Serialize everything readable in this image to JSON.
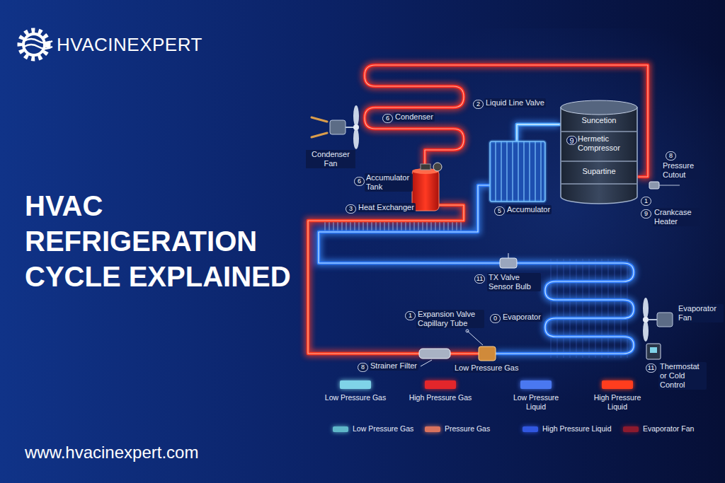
{
  "diagram": {
    "title": "HVAC REFRIGERATION CYCLE EXPLAINED",
    "nodes": [
      {
        "text": [
          "Suncetion",
          "9",
          "Hermetic Compressor",
          "Supartine"
        ]
      }
    ],
    "labels": [
      "HVACINEXPERT",
      "www.hvacinexpert.com",
      "Condenser Fan",
      "2",
      "Liquid Line Valve",
      "6",
      "Condenser",
      "6",
      "Accumulator Tank",
      "3",
      "Heat Exchanger",
      "5",
      "Accumulator",
      "8",
      "Pressure Cutout",
      "1",
      "9",
      "Crankcase Heater",
      "11",
      "TX Valve Sensor Bulb",
      "1",
      "Expansion Valve Capillary Tube",
      "0",
      "Evaporator",
      "8",
      "Strainer Filter",
      "Low Pressure Gas",
      "Evaporator Fan",
      "11",
      "Thermostat or Cold Control"
    ],
    "legend": [
      {
        "text": "Low Pressure Gas",
        "color": "#7fd3e8"
      },
      {
        "text": "High Pressure Gas",
        "color": "#e3262b"
      },
      {
        "text": "Low Pressure Liquid",
        "color": "#4a78f0"
      },
      {
        "text": "High Pressure Liquid",
        "color": "#ff3d1e"
      },
      {
        "text": "Low Pressure Gas",
        "color": "#5fb7c9"
      },
      {
        "text": "Pressure Gas",
        "color": "#d9735e"
      },
      {
        "text": "High Pressure Liquid",
        "color": "#3157e0"
      },
      {
        "text": "Evaporator Fan",
        "color": "#8c1a2e"
      }
    ]
  }
}
